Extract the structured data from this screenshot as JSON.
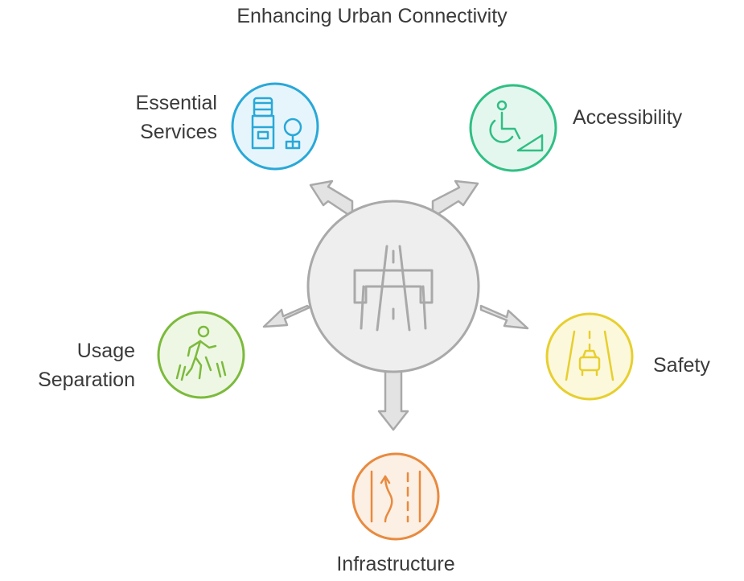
{
  "title": "Enhancing Urban Connectivity",
  "nodes": {
    "essential_services": {
      "label_line1": "Essential",
      "label_line2": "Services",
      "icon": "water-dispenser-and-tree-icon",
      "color": "#29a8d8",
      "fill": "#e6f5fc"
    },
    "accessibility": {
      "label": "Accessibility",
      "icon": "wheelchair-ramp-icon",
      "color": "#2fbf83",
      "fill": "#e4f7ef"
    },
    "usage_separation": {
      "label_line1": "Usage",
      "label_line2": "Separation",
      "icon": "pedestrian-walking-icon",
      "color": "#7cba3c",
      "fill": "#eef7e4"
    },
    "safety": {
      "label": "Safety",
      "icon": "car-on-road-icon",
      "color": "#e7cf2f",
      "fill": "#fcf8dc"
    },
    "infrastructure": {
      "label": "Infrastructure",
      "icon": "winding-road-icon",
      "color": "#e88a3f",
      "fill": "#fcefe3"
    }
  },
  "hub": {
    "icon": "overpass-road-icon",
    "color": "#a9a9a9",
    "fill": "#eeeeee"
  }
}
